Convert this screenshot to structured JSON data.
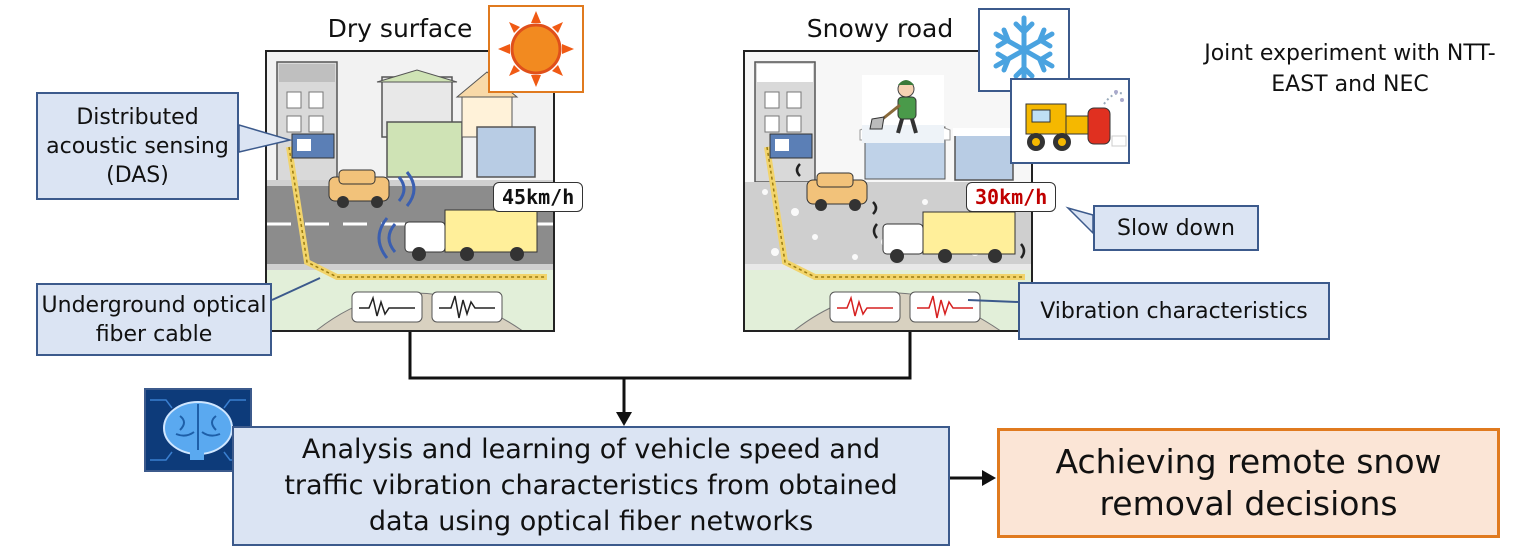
{
  "labels": {
    "dry": "Dry surface",
    "snowy": "Snowy road",
    "joint": "Joint experiment with NTT-EAST and NEC"
  },
  "callouts": {
    "das": "Distributed acoustic sensing (DAS)",
    "fiber": "Underground optical fiber cable",
    "slow": "Slow down",
    "vibration": "Vibration characteristics"
  },
  "speeds": {
    "dry": "45km/h",
    "snowy": "30km/h"
  },
  "analysis": "Analysis and learning of vehicle speed and traffic vibration characteristics from obtained data using optical fiber networks",
  "result": "Achieving remote snow removal decisions",
  "colors": {
    "callout_fill": "#dbe4f3",
    "callout_border": "#3c5a8c",
    "result_fill": "#fbe5d6",
    "result_border": "#e07a1f",
    "speed_snow": "#c00000",
    "wave_dry": "#222222",
    "wave_snow": "#d62020"
  },
  "icons": [
    "sun-icon",
    "snowflake-icon",
    "snowplow-icon",
    "brain-icon",
    "person-shoveling-icon"
  ]
}
